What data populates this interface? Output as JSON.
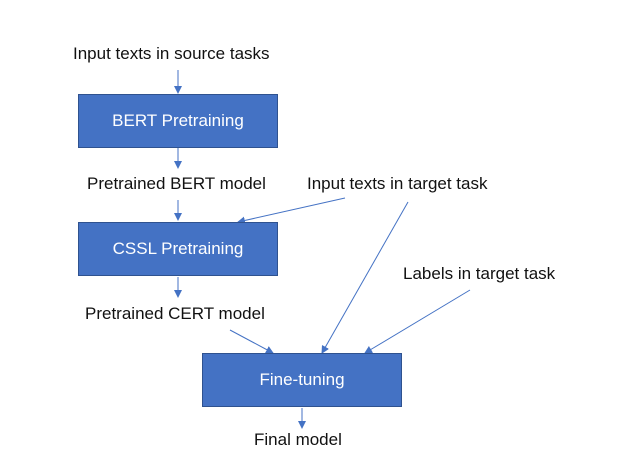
{
  "diagram": {
    "nodes": {
      "bert_pretraining": "BERT Pretraining",
      "cssl_pretraining": "CSSL Pretraining",
      "fine_tuning": "Fine-tuning"
    },
    "labels": {
      "input_source": "Input texts in source tasks",
      "pretrained_bert": "Pretrained BERT model",
      "input_target": "Input texts in target task",
      "labels_target": "Labels in target task",
      "pretrained_cert": "Pretrained CERT model",
      "final_model": "Final model"
    },
    "colors": {
      "box_fill": "#4472c4",
      "box_border": "#2f528f",
      "arrow": "#4472c4",
      "text": "#111111"
    }
  }
}
